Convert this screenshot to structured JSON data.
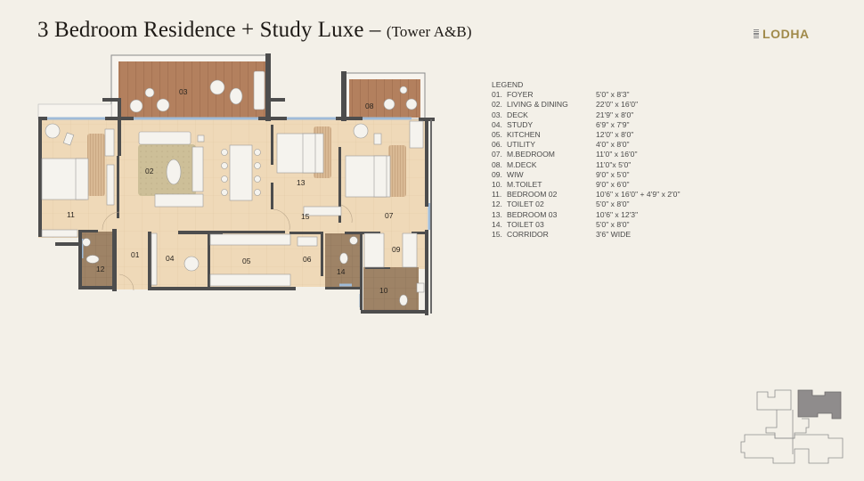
{
  "header": {
    "title_main": "3 Bedroom Residence + Study Luxe – ",
    "title_sub": "(Tower A&B)",
    "brand": "LODHA"
  },
  "colors": {
    "background": "#f3f0e8",
    "floor": "#efd9b8",
    "deck": "#b3805e",
    "toilet": "#9e8366",
    "wall": "#4a4a4a",
    "glass": "#a9c3dc",
    "brand": "#a08a4a",
    "keyplan_highlight": "#8f8c8c"
  },
  "legend": {
    "heading": "LEGEND",
    "items": [
      {
        "num": "01.",
        "name": "FOYER",
        "size": "5'0\" x 8'3\""
      },
      {
        "num": "02.",
        "name": "LIVING & DINING",
        "size": "22'0\" x 16'0\""
      },
      {
        "num": "03.",
        "name": "DECK",
        "size": "21'9\" x 8'0\""
      },
      {
        "num": "04.",
        "name": "STUDY",
        "size": "6'9\" x 7'9\""
      },
      {
        "num": "05.",
        "name": "KITCHEN",
        "size": "12'0\" x 8'0\""
      },
      {
        "num": "06.",
        "name": "UTILITY",
        "size": "4'0\" x 8'0\""
      },
      {
        "num": "07.",
        "name": "M.BEDROOM",
        "size": "11'0\" x 16'0\""
      },
      {
        "num": "08.",
        "name": "M.DECK",
        "size": "11'0\"x 5'0\""
      },
      {
        "num": "09.",
        "name": "WIW",
        "size": "9'0\" x 5'0\""
      },
      {
        "num": "10.",
        "name": "M.TOILET",
        "size": "9'0\" x 6'0\""
      },
      {
        "num": "11.",
        "name": "BEDROOM 02",
        "size": "10'6\" x 16'0\" + 4'9\" x 2'0\""
      },
      {
        "num": "12.",
        "name": "TOILET 02",
        "size": "5'0\" x 8'0\""
      },
      {
        "num": "13.",
        "name": "BEDROOM 03",
        "size": "10'6\" x 12'3\""
      },
      {
        "num": "14.",
        "name": "TOILET 03",
        "size": "5'0\" x 8'0\""
      },
      {
        "num": "15.",
        "name": "CORRIDOR",
        "size": "3'6\" WIDE"
      }
    ]
  },
  "plan": {
    "room_labels": {
      "r01": "01",
      "r02": "02",
      "r03": "03",
      "r04": "04",
      "r05": "05",
      "r06": "06",
      "r07": "07",
      "r08": "08",
      "r09": "09",
      "r10": "10",
      "r11": "11",
      "r12": "12",
      "r13": "13",
      "r14": "14",
      "r15": "15"
    }
  }
}
